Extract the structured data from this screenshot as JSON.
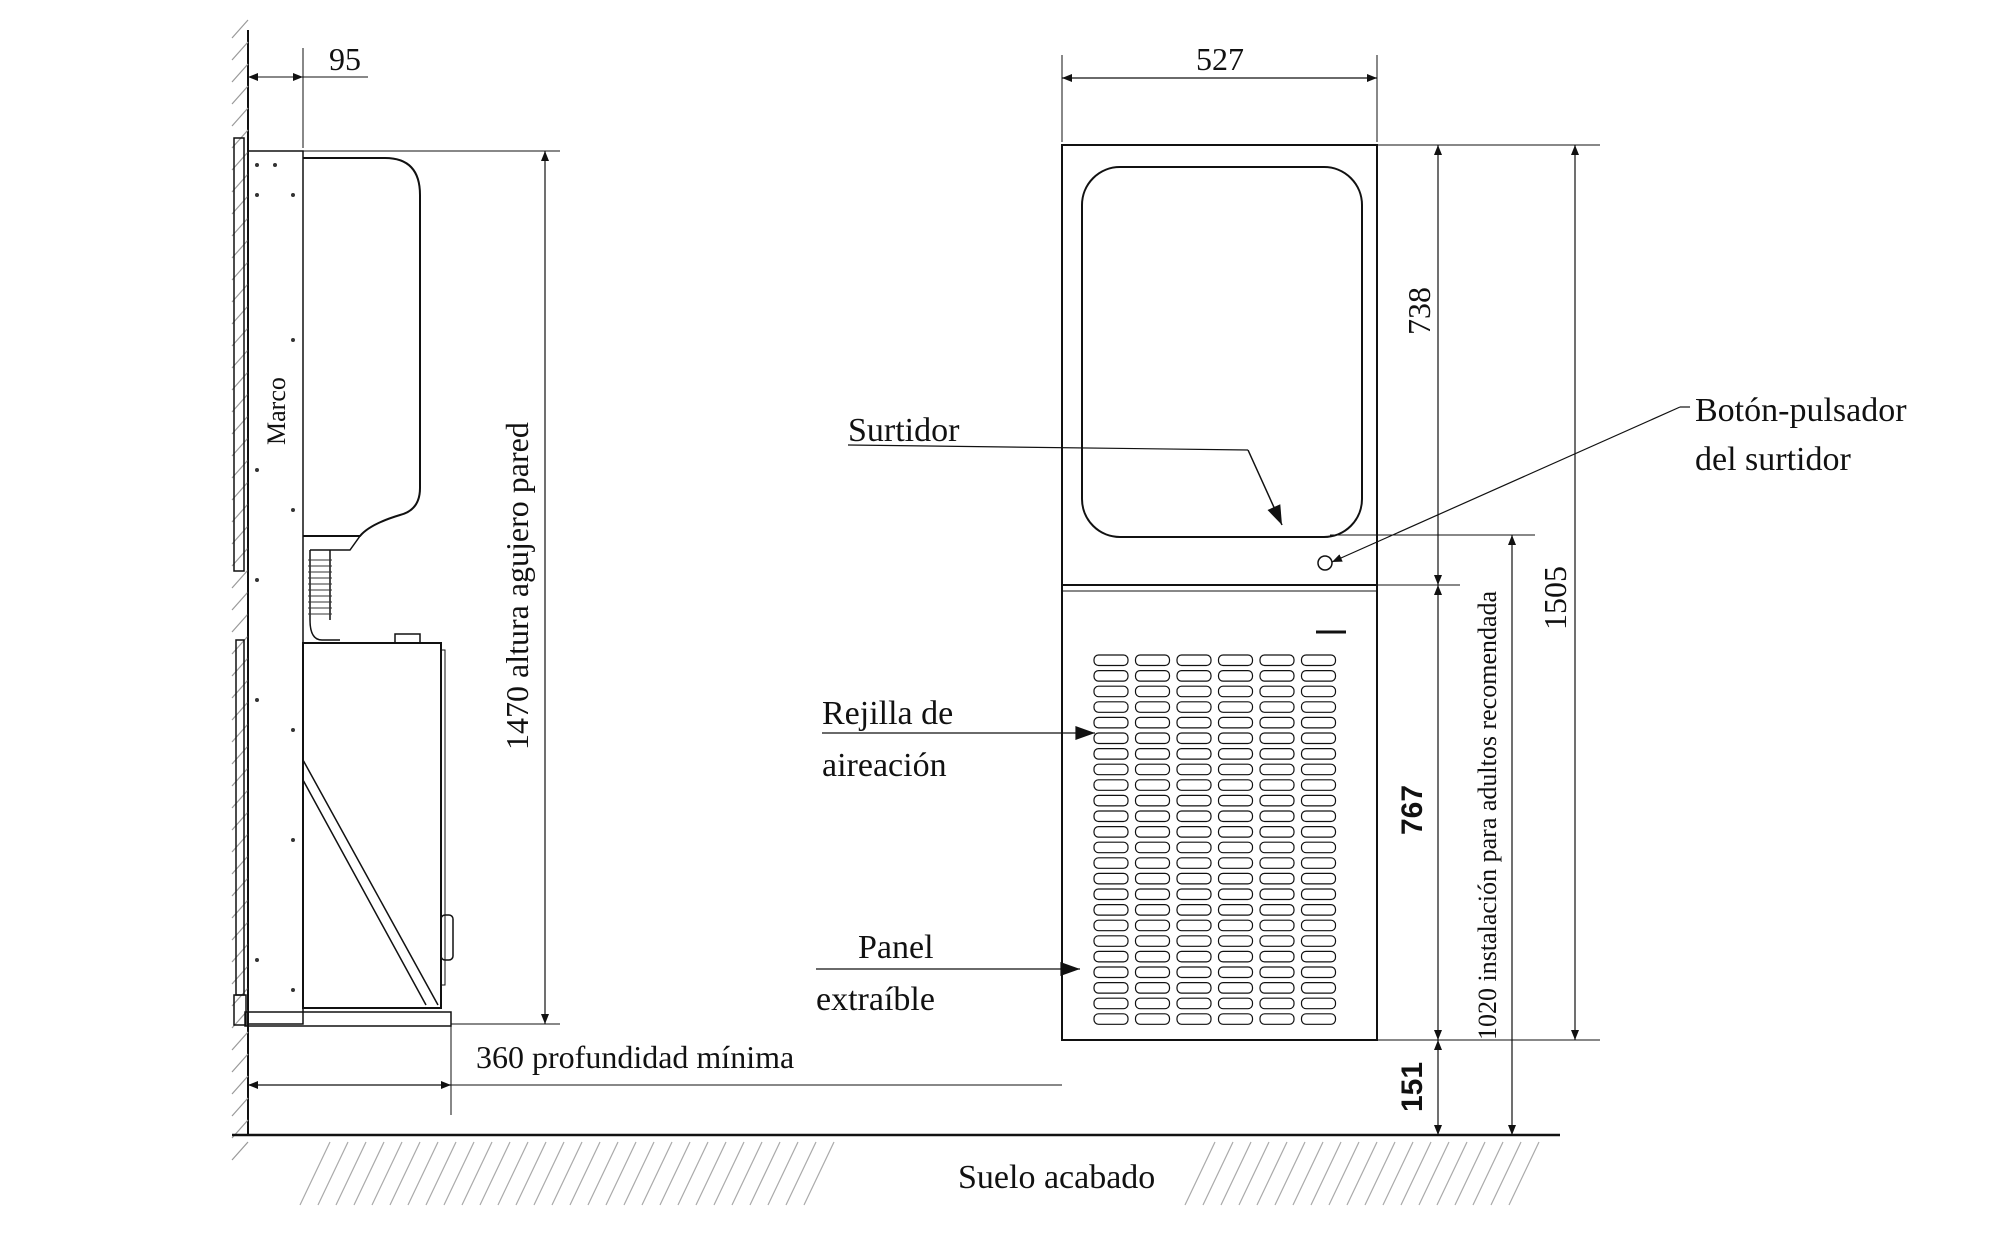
{
  "side_view": {
    "frame_label": "Marco",
    "wall_offset": "95",
    "wall_hole_height": "1470 altura agujero pared",
    "min_depth": "360 profundidad mínima"
  },
  "front_view": {
    "width": "527",
    "upper_height": "738",
    "lower_height": "767",
    "total_height": "1505",
    "floor_clearance": "151",
    "adult_install_height": "1020 instalación para adultos recomendada"
  },
  "callouts": {
    "spout": "Surtidor",
    "push_button_line1": "Botón-pulsador",
    "push_button_line2": "del surtidor",
    "vent_grille_line1": "Rejilla de",
    "vent_grille_line2": "aireación",
    "removable_panel_line1": "Panel",
    "removable_panel_line2": "extraíble"
  },
  "floor_label": "Suelo acabado"
}
